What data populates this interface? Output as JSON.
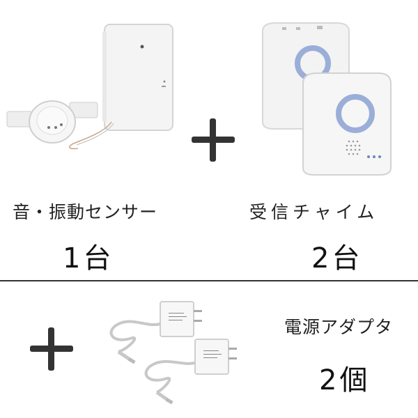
{
  "top_left": {
    "product_label": "音・振動センサー",
    "quantity": "1台"
  },
  "top_right": {
    "product_label": "受信チャイム",
    "quantity": "2台"
  },
  "bottom": {
    "product_label": "電源アダプタ",
    "quantity": "2個"
  },
  "colors": {
    "plus_sign": "#333333",
    "divider": "#333333",
    "device_white": "#f2f2f2",
    "chime_ring": "#9aaed8"
  }
}
